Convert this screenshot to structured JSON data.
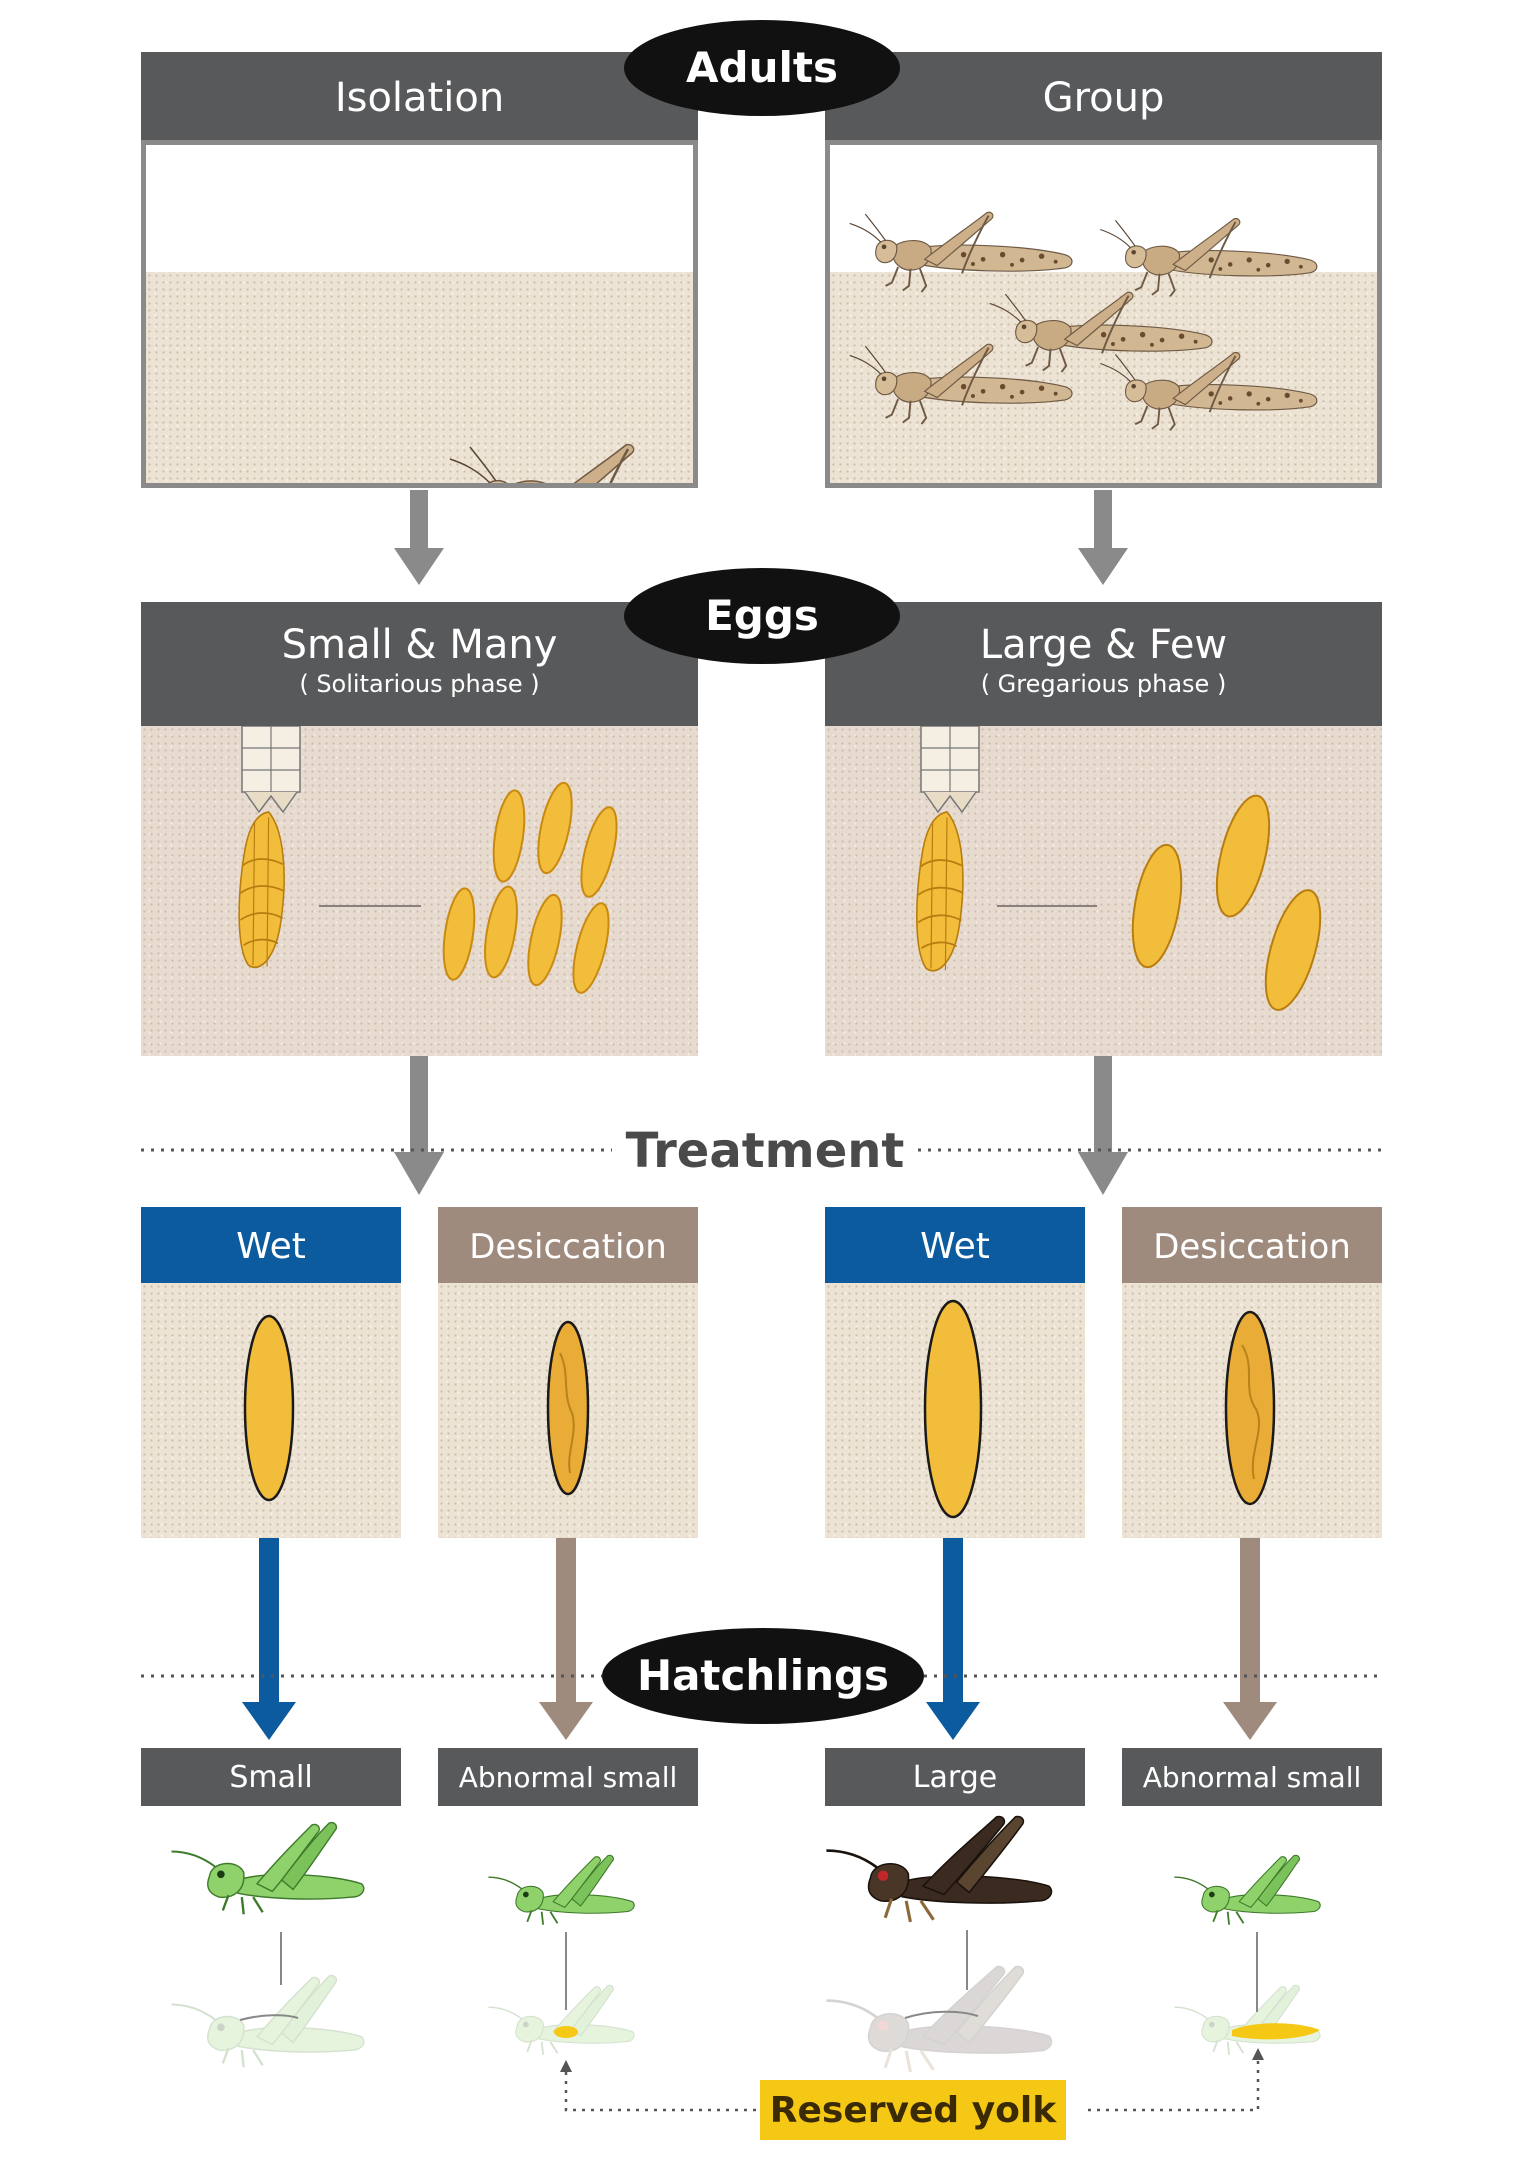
{
  "adults": {
    "badge": "Adults",
    "isolation_label": "Isolation",
    "group_label": "Group"
  },
  "eggs": {
    "badge": "Eggs",
    "left_title": "Small & Many",
    "left_sub": "( Solitarious phase )",
    "right_title": "Large & Few",
    "right_sub": "( Gregarious phase )"
  },
  "treatment": {
    "label": "Treatment",
    "wet": "Wet",
    "desiccation": "Desiccation"
  },
  "hatchlings": {
    "badge": "Hatchlings",
    "small": "Small",
    "abnormal_small": "Abnormal small",
    "large": "Large",
    "reserved_yolk": "Reserved yolk"
  },
  "colors": {
    "header_gray": "#58595b",
    "wet_blue": "#0b5b9e",
    "desiccation_taupe": "#9f8b7e",
    "egg_yellow": "#f3bd3c",
    "hatchling_green": "#8fd26c",
    "hatchling_dark": "#3b2a20",
    "yolk_tag": "#f6c816"
  },
  "icons": [
    "locust-icon",
    "egg-icon",
    "egg-pod-icon",
    "hatchling-icon",
    "arrow-down-icon"
  ]
}
